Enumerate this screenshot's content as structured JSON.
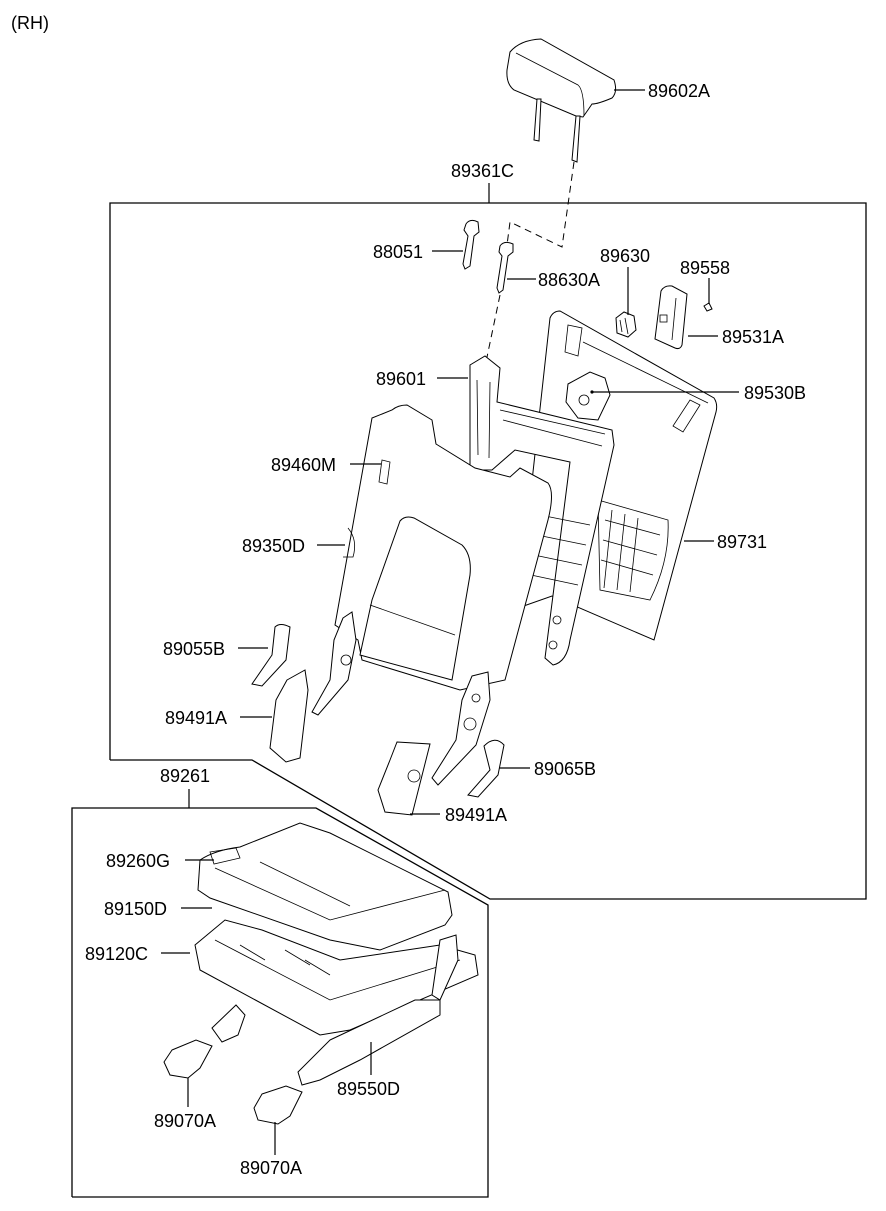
{
  "title": "(RH)",
  "groups": [
    {
      "id": "seatback-assy",
      "part_no": "89361C"
    },
    {
      "id": "cushion-assy",
      "part_no": "89261"
    }
  ],
  "callouts": [
    {
      "id": "headrest",
      "part_no": "89602A"
    },
    {
      "id": "guide-1",
      "part_no": "88051"
    },
    {
      "id": "guide-2",
      "part_no": "88630A"
    },
    {
      "id": "knob",
      "part_no": "89630"
    },
    {
      "id": "screw",
      "part_no": "89558"
    },
    {
      "id": "cover-lever",
      "part_no": "89531A"
    },
    {
      "id": "frame",
      "part_no": "89601"
    },
    {
      "id": "latch",
      "part_no": "89530B"
    },
    {
      "id": "tag",
      "part_no": "89460M"
    },
    {
      "id": "back-pad",
      "part_no": "89350D"
    },
    {
      "id": "board",
      "part_no": "89731"
    },
    {
      "id": "cover-left",
      "part_no": "89055B"
    },
    {
      "id": "shield-left",
      "part_no": "89491A"
    },
    {
      "id": "cover-right",
      "part_no": "89065B"
    },
    {
      "id": "shield-right",
      "part_no": "89491A"
    },
    {
      "id": "cushion-tag",
      "part_no": "89260G"
    },
    {
      "id": "cushion-pad",
      "part_no": "89150D"
    },
    {
      "id": "cushion-frame",
      "part_no": "89120C"
    },
    {
      "id": "leg-1",
      "part_no": "89070A"
    },
    {
      "id": "leg-2",
      "part_no": "89070A"
    },
    {
      "id": "track",
      "part_no": "89550D"
    }
  ]
}
